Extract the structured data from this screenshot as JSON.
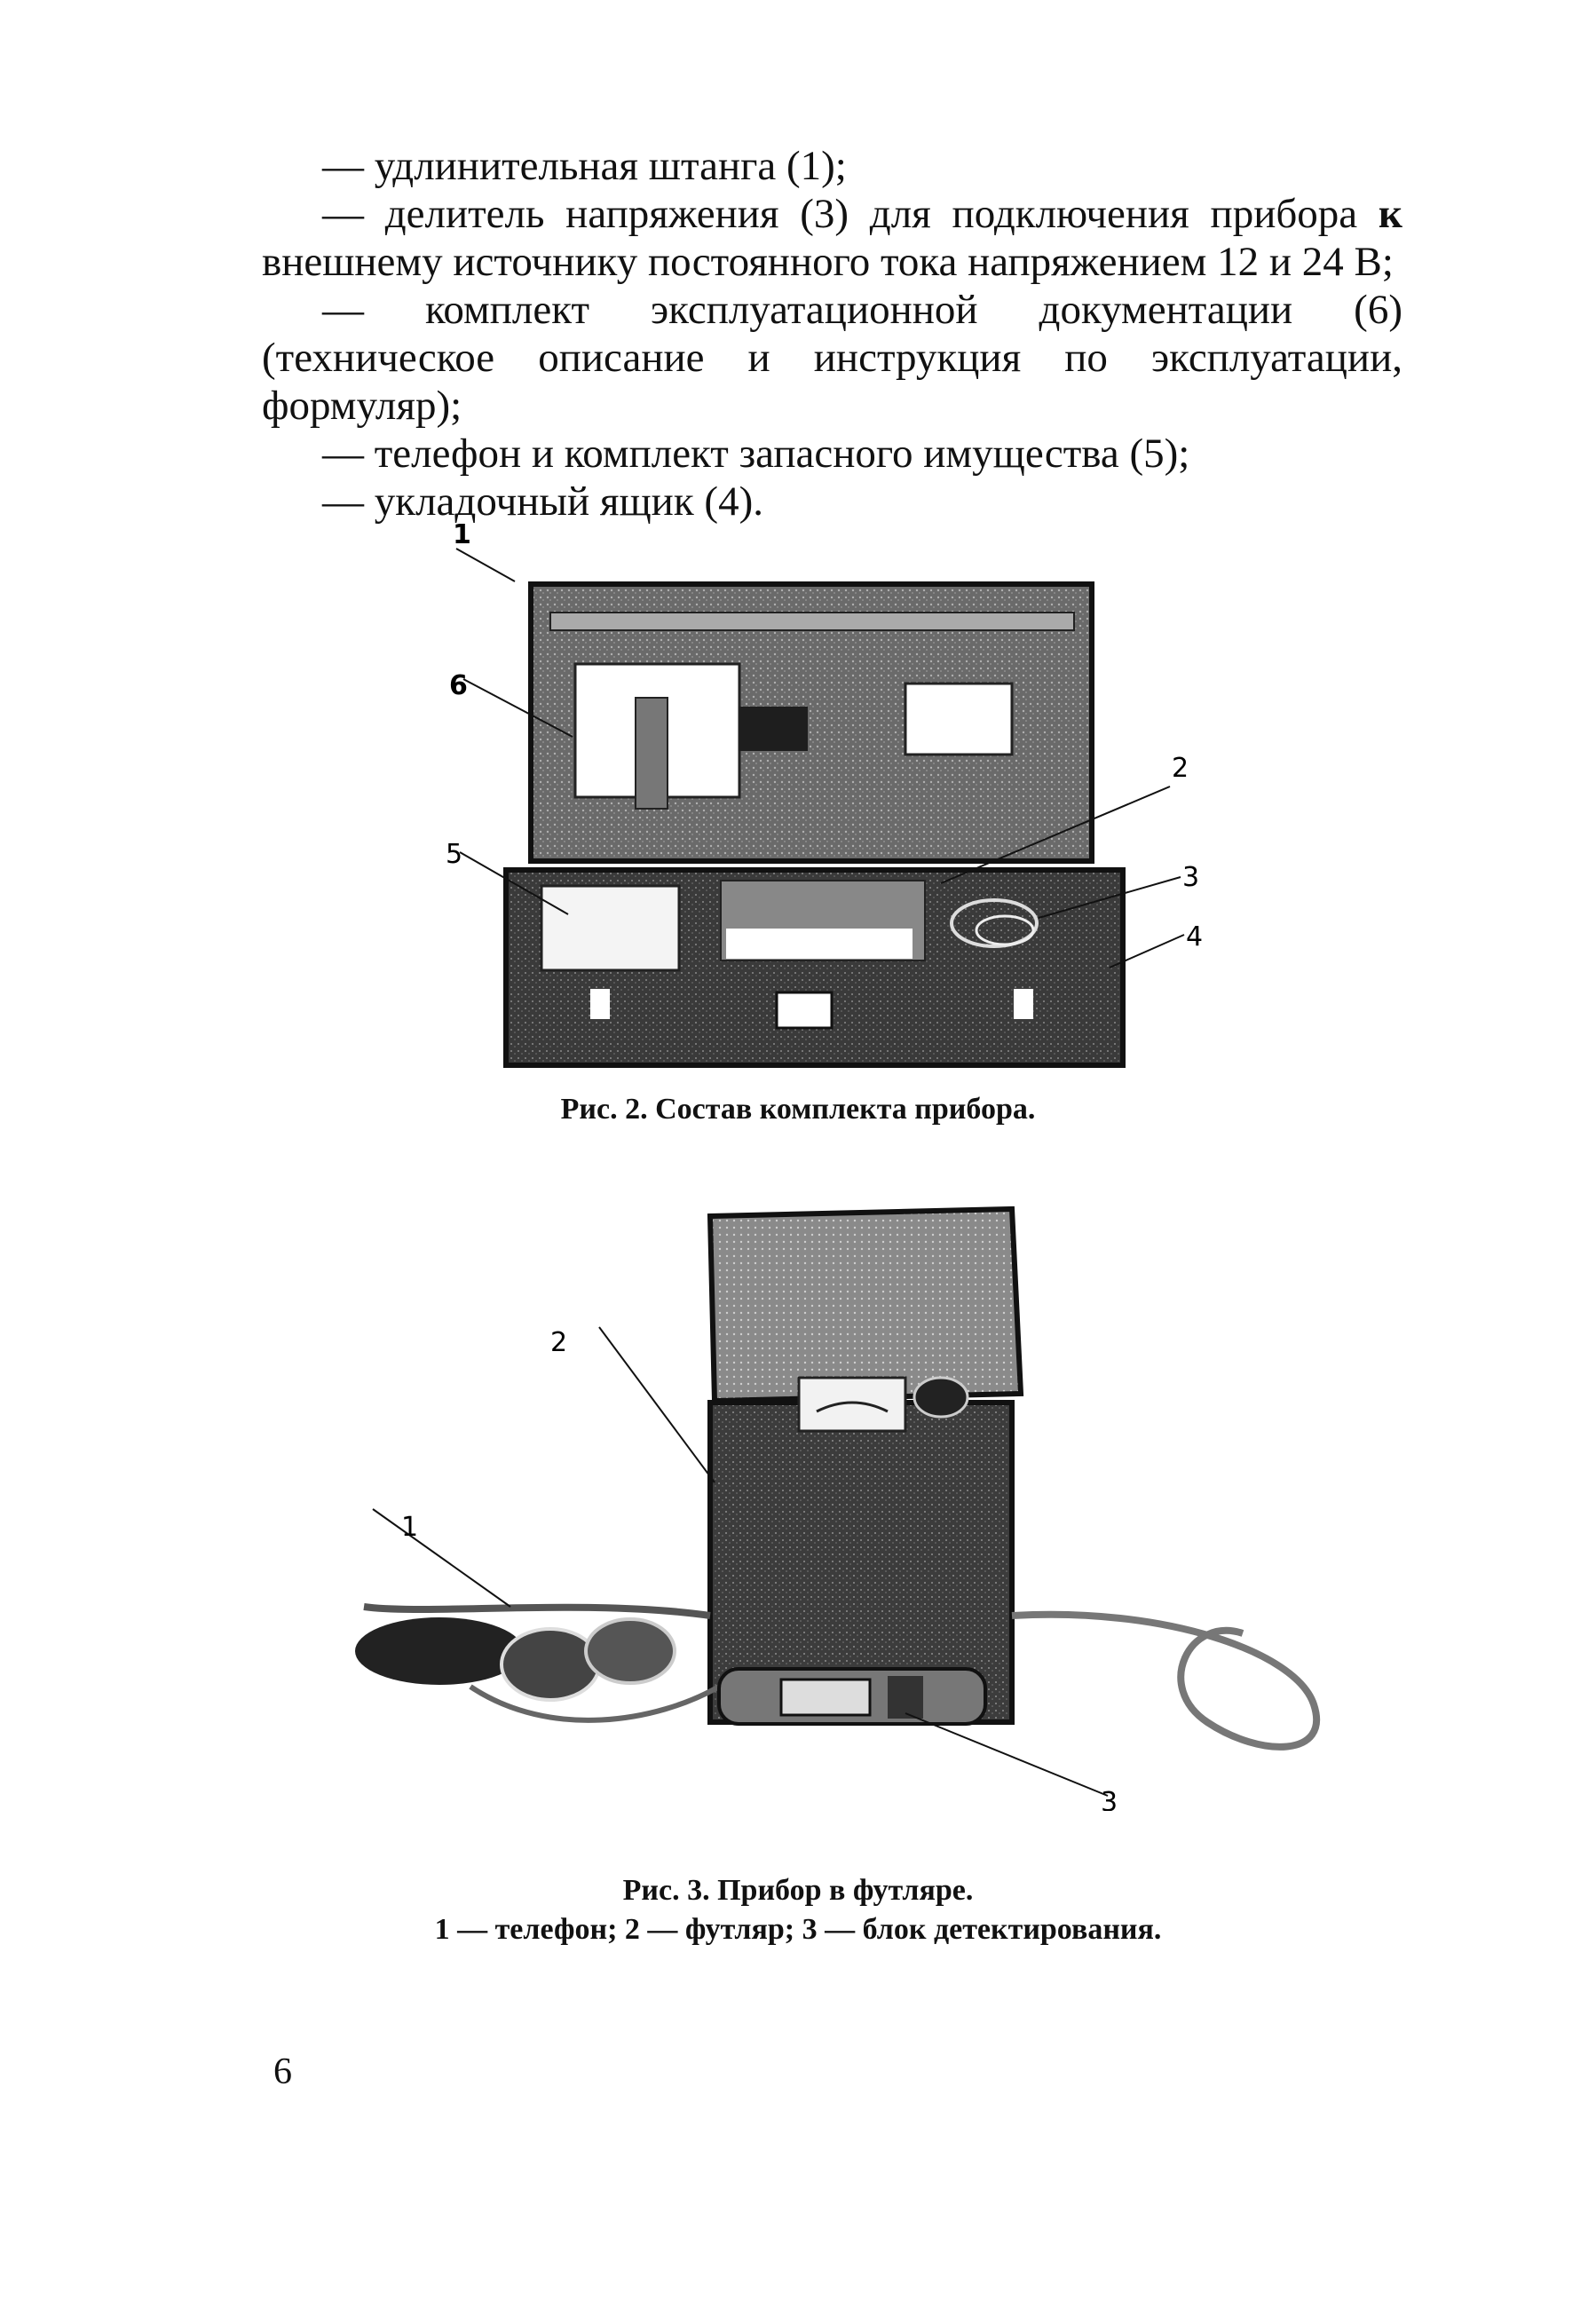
{
  "text": {
    "line1": "— удлинительная штанга (1);",
    "item2_part1": "— делитель напряжения (3) для подключения прибора ",
    "item2_bold": "к",
    "item2_part2": " внешнему источнику постоянного тока напряжением 12 и 24 В;",
    "item3": "— комплект эксплуатационной документации (6) (техническое описание и инструкция по эксплуатации, формуляр);",
    "item4": "— телефон и комплект запасного имущества (5);",
    "item5": "— укладочный ящик (4)."
  },
  "figure2": {
    "caption": "Рис. 2. Состав комплекта прибора.",
    "callouts": [
      "1",
      "2",
      "3",
      "4",
      "5",
      "6"
    ]
  },
  "figure3": {
    "caption": "Рис. 3. Прибор в футляре.",
    "legend": "1 — телефон; 2 — футляр; 3 — блок детектирования.",
    "callouts": [
      "1",
      "2",
      "3"
    ]
  },
  "page_number": "6"
}
